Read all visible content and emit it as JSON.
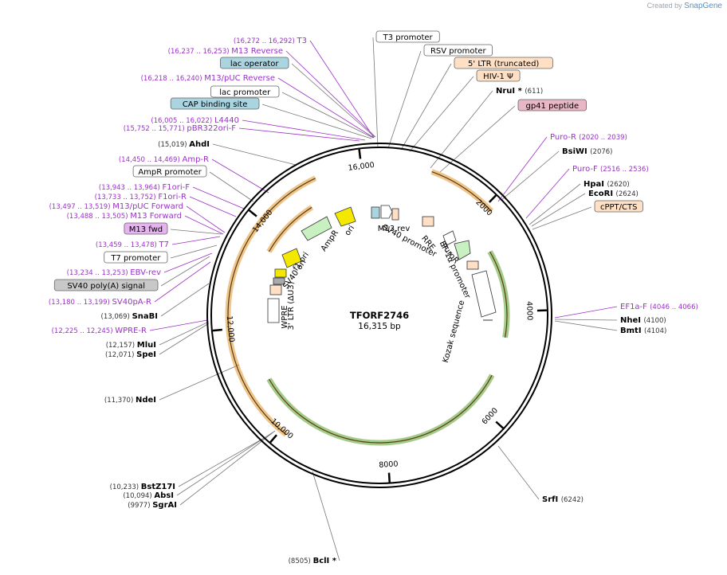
{
  "credit": {
    "prefix": "Created by",
    "brand": "SnapGene"
  },
  "plasmid": {
    "name": "TFORF2746",
    "size": "16,315 bp"
  },
  "colors": {
    "primer": "#9b30c8",
    "enzyme": "#000000",
    "orange_arrow": "#e0952a",
    "green_arrow": "#5aa02a",
    "lac_box": "#a9d4e0",
    "ltr_box": "#ffe0c4",
    "gp41_box": "#e8b6c4",
    "m13fwd_box": "#e6b3f0",
    "sv40_box": "#c8c8c8"
  },
  "ruler": [
    "2000",
    "4000",
    "6000",
    "8000",
    "10,000",
    "12,000",
    "14,000",
    "16,000"
  ],
  "labels": [
    {
      "kind": "primer",
      "range": "(16,272 .. 16,292)",
      "name": "T3"
    },
    {
      "kind": "primer",
      "range": "(16,237 .. 16,253)",
      "name": "M13 Reverse"
    },
    {
      "kind": "box",
      "style": "lac_box",
      "name": "lac operator"
    },
    {
      "kind": "primer",
      "range": "(16,218 .. 16,240)",
      "name": "M13/pUC Reverse"
    },
    {
      "kind": "box",
      "style": "plain",
      "name": "lac promoter"
    },
    {
      "kind": "box",
      "style": "lac_box",
      "name": "CAP binding site"
    },
    {
      "kind": "primer",
      "range": "(16,005 .. 16,022)",
      "name": "L4440"
    },
    {
      "kind": "primer",
      "range": "(15,752 .. 15,771)",
      "name": "pBR322ori-F"
    },
    {
      "kind": "enzyme",
      "range": "(15,019)",
      "name": "AhdI"
    },
    {
      "kind": "primer",
      "range": "(14,450 .. 14,469)",
      "name": "Amp-R"
    },
    {
      "kind": "box",
      "style": "plain",
      "name": "AmpR promoter"
    },
    {
      "kind": "primer",
      "range": "(13,943 .. 13,964)",
      "name": "F1ori-F"
    },
    {
      "kind": "primer",
      "range": "(13,733 .. 13,752)",
      "name": "F1ori-R"
    },
    {
      "kind": "primer",
      "range": "(13,497 .. 13,519)",
      "name": "M13/pUC Forward"
    },
    {
      "kind": "primer",
      "range": "(13,488 .. 13,505)",
      "name": "M13 Forward"
    },
    {
      "kind": "box",
      "style": "m13fwd_box",
      "name": "M13 fwd"
    },
    {
      "kind": "primer",
      "range": "(13,459 .. 13,478)",
      "name": "T7"
    },
    {
      "kind": "box",
      "style": "plain",
      "name": "T7 promoter"
    },
    {
      "kind": "primer",
      "range": "(13,234 .. 13,253)",
      "name": "EBV-rev"
    },
    {
      "kind": "box",
      "style": "sv40_box",
      "name": "SV40 poly(A) signal"
    },
    {
      "kind": "primer",
      "range": "(13,180 .. 13,199)",
      "name": "SV40pA-R"
    },
    {
      "kind": "enzyme",
      "range": "(13,069)",
      "name": "SnaBI"
    },
    {
      "kind": "primer",
      "range": "(12,225 .. 12,245)",
      "name": "WPRE-R"
    },
    {
      "kind": "enzyme",
      "range": "(12,157)",
      "name": "MluI"
    },
    {
      "kind": "enzyme",
      "range": "(12,071)",
      "name": "SpeI"
    },
    {
      "kind": "enzyme",
      "range": "(11,370)",
      "name": "NdeI"
    },
    {
      "kind": "enzyme",
      "range": "(10,233)",
      "name": "BstZ17I"
    },
    {
      "kind": "enzyme",
      "range": "(10,094)",
      "name": "AbsI"
    },
    {
      "kind": "enzyme",
      "range": "(9977)",
      "name": "SgrAI"
    },
    {
      "kind": "enzyme",
      "range": "(8505)",
      "name": "BclI *"
    },
    {
      "kind": "box",
      "style": "plain",
      "name": "T3 promoter"
    },
    {
      "kind": "box",
      "style": "plain",
      "name": "RSV promoter"
    },
    {
      "kind": "box",
      "style": "ltr_box",
      "name": "5' LTR (truncated)"
    },
    {
      "kind": "box",
      "style": "ltr_box",
      "name": "HIV-1 Ψ"
    },
    {
      "kind": "enzyme",
      "name": "NruI *",
      "range": "(611)"
    },
    {
      "kind": "box",
      "style": "gp41_box",
      "name": "gp41 peptide"
    },
    {
      "kind": "primer",
      "name": "Puro-R",
      "range": "(2020 .. 2039)"
    },
    {
      "kind": "enzyme",
      "name": "BsiWI",
      "range": "(2076)"
    },
    {
      "kind": "primer",
      "name": "Puro-F",
      "range": "(2516 .. 2536)"
    },
    {
      "kind": "enzyme",
      "name": "HpaI",
      "range": "(2620)"
    },
    {
      "kind": "enzyme",
      "name": "EcoRI",
      "range": "(2624)"
    },
    {
      "kind": "box",
      "style": "ltr_box",
      "name": "cPPT/CTS"
    },
    {
      "kind": "primer",
      "name": "EF1a-F",
      "range": "(4046 .. 4066)"
    },
    {
      "kind": "enzyme",
      "name": "NheI",
      "range": "(4100)"
    },
    {
      "kind": "enzyme",
      "name": "BmtI",
      "range": "(4104)"
    },
    {
      "kind": "enzyme",
      "name": "SrfI",
      "range": "(6242)"
    }
  ],
  "inner_labels": [
    "ori",
    "AmpR",
    "f1 ori",
    "SV40 ori",
    "3' LTR (ΔU3)",
    "WPRE",
    "M13 rev",
    "SV40 promoter",
    "RRE",
    "PuroR",
    "EF-1α promoter",
    "Kozak sequence"
  ]
}
